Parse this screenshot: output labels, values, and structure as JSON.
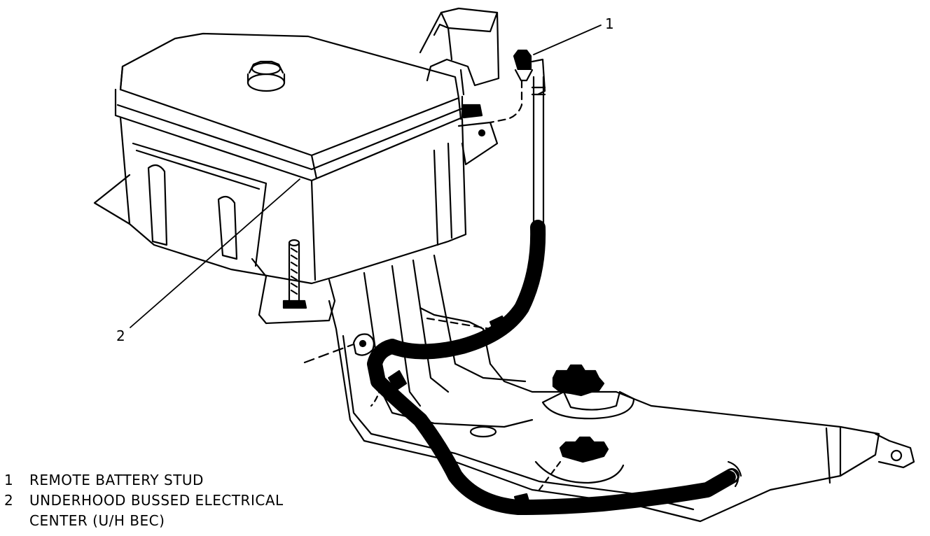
{
  "callouts": [
    {
      "number": "1"
    },
    {
      "number": "2"
    }
  ],
  "legend": [
    {
      "number": "1",
      "lines": [
        "REMOTE BATTERY STUD"
      ]
    },
    {
      "number": "2",
      "lines": [
        "UNDERHOOD BUSSED ELECTRICAL",
        "CENTER (U/H BEC)"
      ]
    }
  ],
  "colors": {
    "ink": "#000000",
    "paper": "#ffffff"
  }
}
